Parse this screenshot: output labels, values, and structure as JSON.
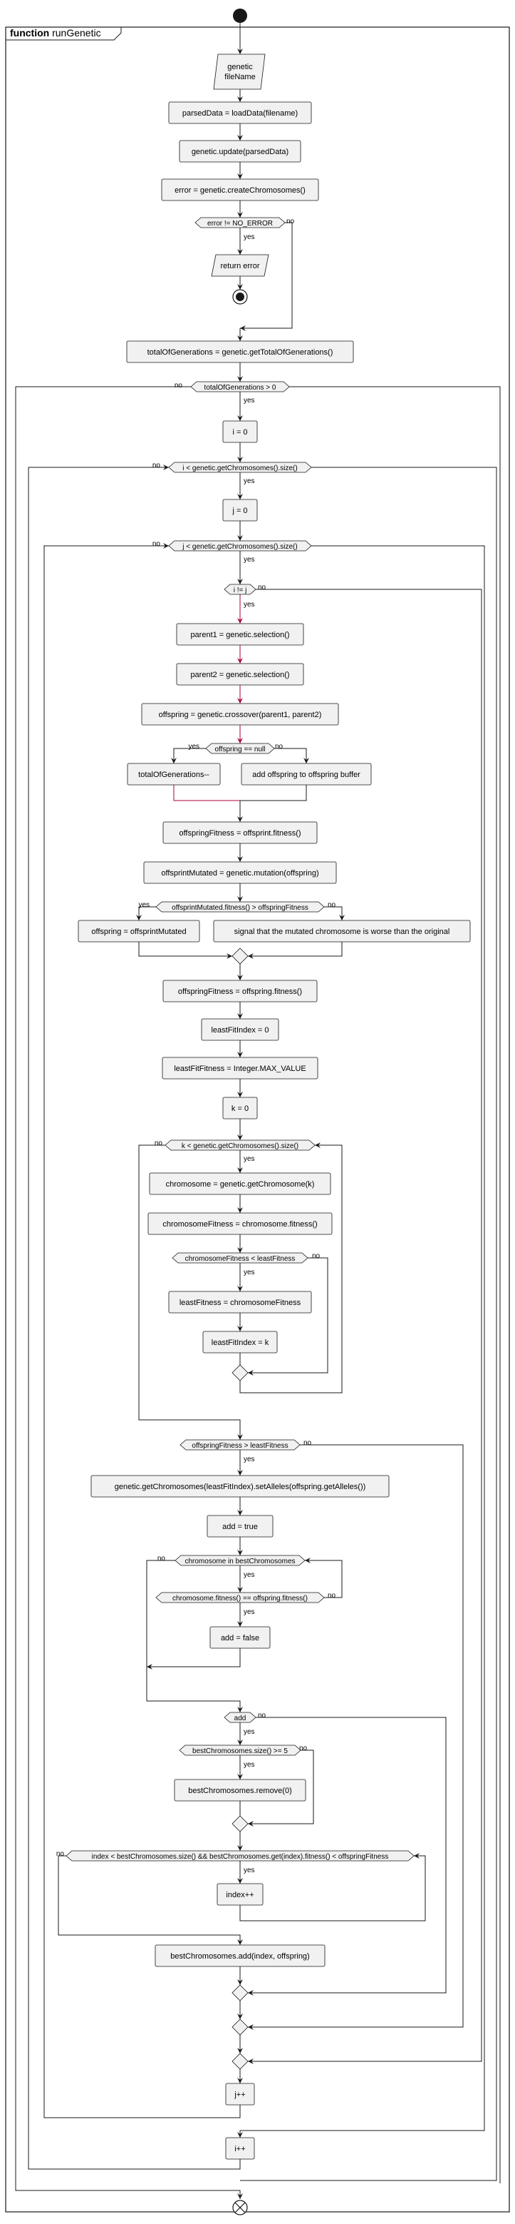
{
  "frame": {
    "keyword": "function",
    "name": "runGenetic"
  },
  "nodes": {
    "input": [
      "genetic",
      "fileName"
    ],
    "loadData": "parsedData = loadData(filename)",
    "update": "genetic.update(parsedData)",
    "createChrom": "error = genetic.createChromosomes()",
    "errorCond": "error != NO_ERROR",
    "returnError": "return error",
    "totalGen": "totalOfGenerations = genetic.getTotalOfGenerations()",
    "genLoopCond": "totalOfGenerations > 0",
    "iInit": "i = 0",
    "iLoopCond": "i < genetic.getChromosomes().size()",
    "jInit": "j = 0",
    "jLoopCond": "j < genetic.getChromosomes().size()",
    "ijCond": "i != j",
    "parent1": "parent1 = genetic.selection()",
    "parent2": "parent2 = genetic.selection()",
    "crossover": "offspring = genetic.crossover(parent1, parent2)",
    "nullCond": "offspring == null",
    "decGen": "totalOfGenerations--",
    "addBuffer": "add offspring to offspring buffer",
    "offFitness1": "offspringFitness = offsprint.fitness()",
    "mutate": "offsprintMutated = genetic.mutation(offspring)",
    "mutCond": "offsprintMutated.fitness() > offspringFitness",
    "useMutated": "offspring = offsprintMutated",
    "signalWorse": "signal that the mutated chromosome is worse than the original",
    "offFitness2": "offspringFitness = offspring.fitness()",
    "leastIdx": "leastFitIndex = 0",
    "leastFit": "leastFitFitness = Integer.MAX_VALUE",
    "kInit": "k = 0",
    "kLoopCond": "k < genetic.getChromosomes().size()",
    "getChrom": "chromosome = genetic.getChromosome(k)",
    "chromFit": "chromosomeFitness = chromosome.fitness()",
    "leastCond": "chromosomeFitness < leastFitness",
    "setLeastFit": "leastFitness = chromosomeFitness",
    "setLeastIdx": "leastFitIndex = k",
    "offCond": "offspringFitness > leastFitness",
    "setAlleles": "genetic.getChromosomes(leastFitIndex).setAlleles(offspring.getAlleles())",
    "addTrue": "add = true",
    "inBestCond": "chromosome in bestChromosomes",
    "fitEqCond": "chromosome.fitness() == offspring.fitness()",
    "addFalse": "add = false",
    "addCond": "add",
    "sizeCond": "bestChromosomes.size() >= 5",
    "removeBest": "bestChromosomes.remove(0)",
    "indexCond": "index < bestChromosomes.size() && bestChromosomes.get(index).fitness() < offspringFitness",
    "indexInc": "index++",
    "addBest": "bestChromosomes.add(index, offspring)",
    "jInc": "j++",
    "iInc": "i++"
  },
  "branch_labels": {
    "yes": "yes",
    "no": "no"
  },
  "colors": {
    "box_fill": "#f1f1f1",
    "stroke": "#181818",
    "highlight": "#a80036",
    "background": "#ffffff"
  }
}
